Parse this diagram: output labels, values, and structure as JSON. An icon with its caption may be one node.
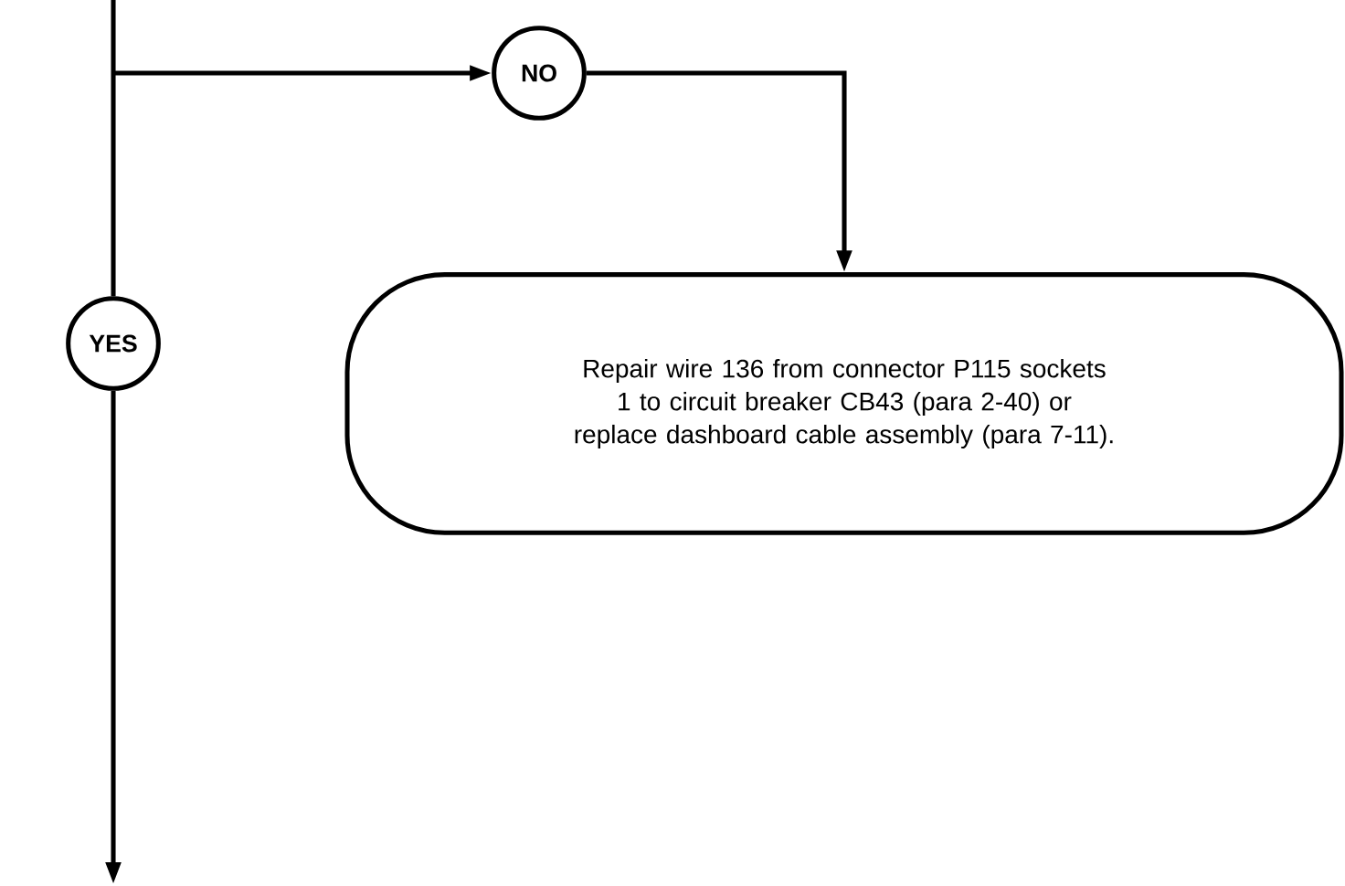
{
  "diagram": {
    "nodes": [
      {
        "text": [
          "YES"
        ]
      },
      {
        "text": [
          "NO"
        ]
      },
      {
        "text": [
          "Repair wire 136 from connector P115 sockets 1 to circuit breaker CB43 (para 2-40) or replace dashboard cable assembly (para 7-11)."
        ]
      }
    ],
    "edges": [
      {
        "from": null,
        "to": 0,
        "arrow": "none"
      },
      {
        "from": null,
        "to": 1,
        "arrow": "to"
      },
      {
        "from": 1,
        "to": 2,
        "arrow": "to"
      },
      {
        "from": 0,
        "to": null,
        "arrow": "to"
      }
    ]
  }
}
